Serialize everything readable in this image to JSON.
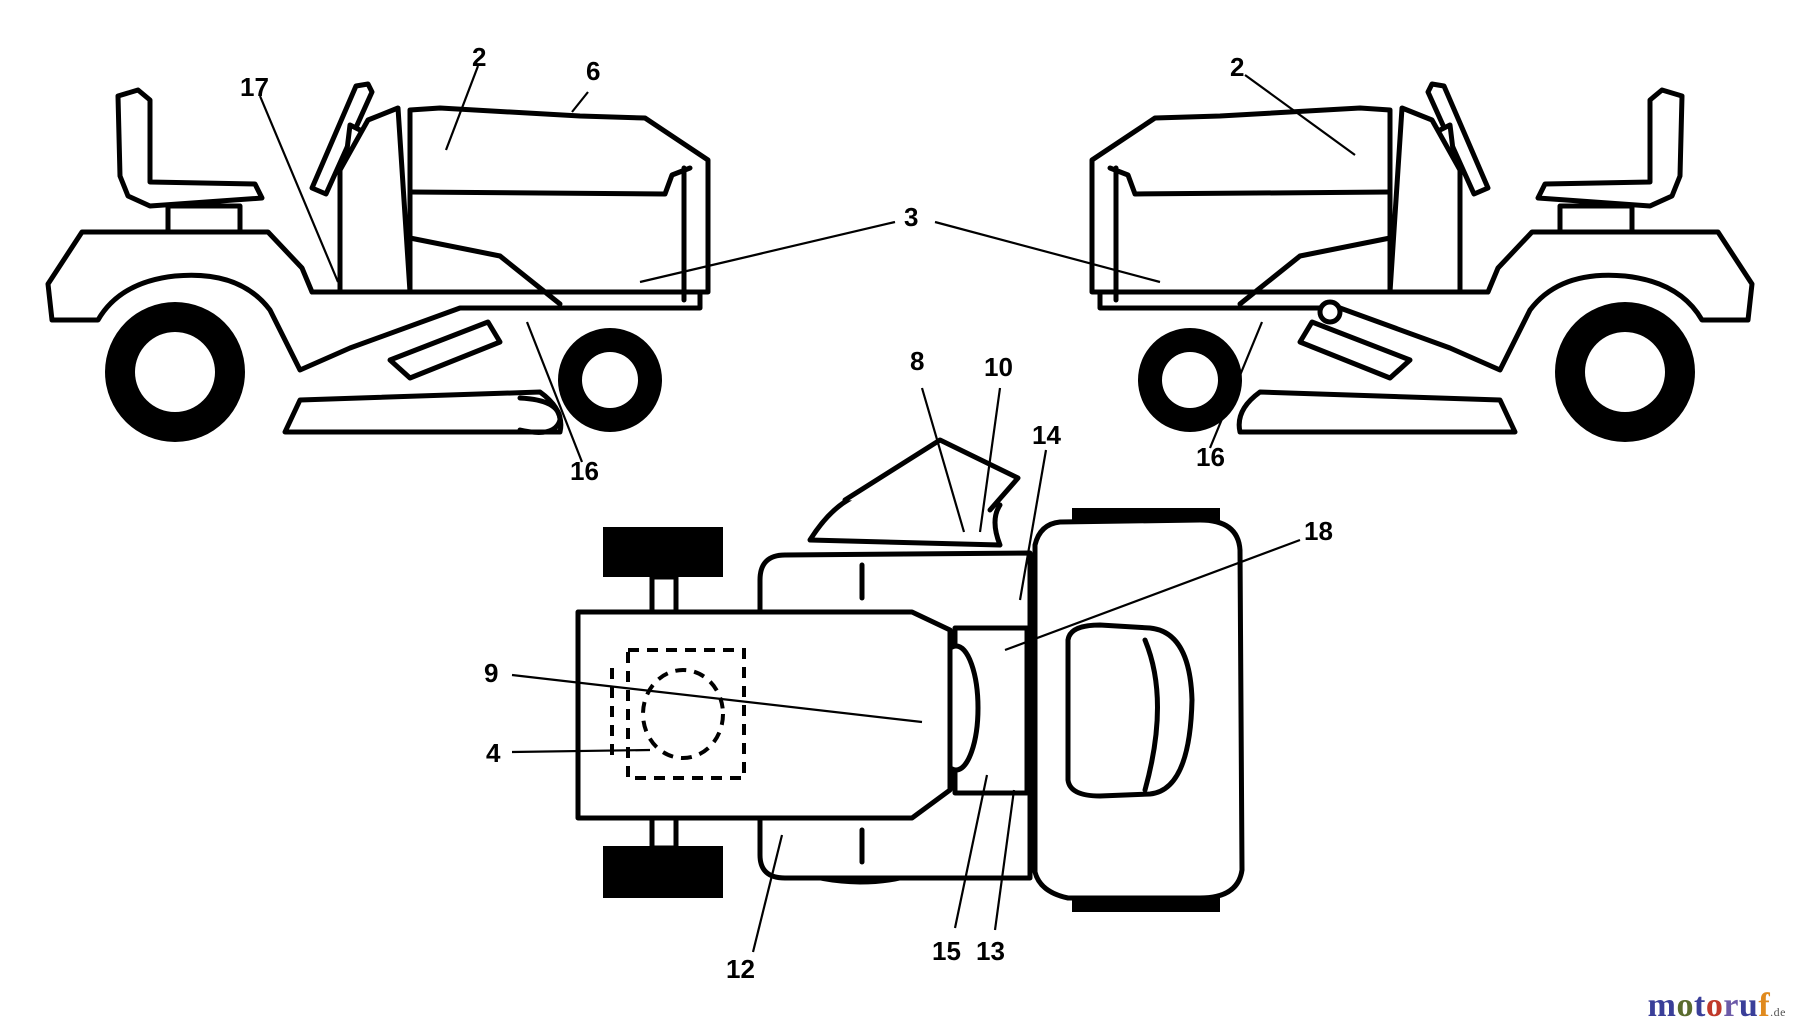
{
  "labels": {
    "l2a": "2",
    "l6": "6",
    "l17": "17",
    "l3": "3",
    "l2b": "2",
    "l16a": "16",
    "l16b": "16",
    "l8": "8",
    "l10": "10",
    "l14": "14",
    "l18": "18",
    "l9": "9",
    "l4": "4",
    "l12": "12",
    "l15": "15",
    "l13": "13"
  },
  "watermark": {
    "letters": [
      {
        "ch": "m",
        "color": "#3a3f99"
      },
      {
        "ch": "o",
        "color": "#5a6c2e"
      },
      {
        "ch": "t",
        "color": "#3a3f99"
      },
      {
        "ch": "o",
        "color": "#c0392b"
      },
      {
        "ch": "r",
        "color": "#6c5aa8"
      },
      {
        "ch": "u",
        "color": "#3a3f99"
      },
      {
        "ch": "f",
        "color": "#e08a1e"
      }
    ],
    "suffix": ".de"
  }
}
